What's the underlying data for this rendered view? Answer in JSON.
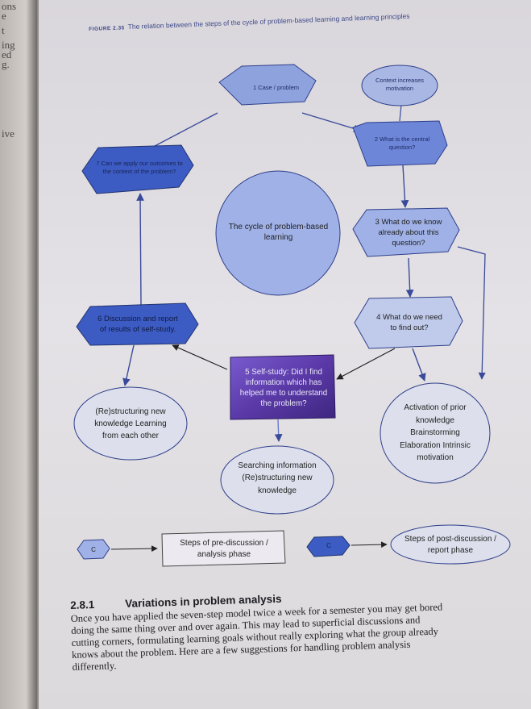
{
  "left_page_fragments": [
    "ons",
    "e",
    "t",
    "ing",
    "ed",
    "g.",
    "ive"
  ],
  "caption": {
    "figure_label": "FIGURE 2.35",
    "text": "The relation between the steps of the cycle of problem-based learning and learning principles"
  },
  "diagram": {
    "center": "The cycle of problem-based learning",
    "steps": {
      "s1": "1 Case / problem",
      "s2": "2 What is the central question?",
      "s3": "3 What do we know already about this question?",
      "s4": "4 What do we need to find out?",
      "s5": "5 Self-study: Did I find information which has helped me to understand the problem?",
      "s6": "6 Discussion and report of results of self-study.",
      "s7": "7 Can we apply our outcomes to the context of the problem?"
    },
    "principles": {
      "context": "Context increases motivation",
      "activation": "Activation of prior knowledge Brainstorming Elaboration Intrinsic motivation",
      "searching": "Searching information (Re)structuring new knowledge",
      "restructuring": "(Re)structuring new knowledge Learning from each other"
    },
    "legend": {
      "pre_icon": "C",
      "pre_label": "Steps of pre-discussion / analysis phase",
      "post_icon": "C",
      "post_label": "Steps of post-discussion / report phase"
    },
    "colors": {
      "light_blue": "#9fb1e6",
      "mid_blue": "#8ea2de",
      "dark_blue": "#3c5cc4",
      "purple": "#5b3aa8",
      "line": "#4a5fc0"
    }
  },
  "section": {
    "number": "2.8.1",
    "title": "Variations in problem analysis",
    "body": "Once you have applied the seven-step model twice a week for a semester you may get bored doing the same thing over and over again. This may lead to superficial discussions and cutting corners, formulating learning goals without really exploring what the group already knows about the problem. Here are a few suggestions for handling problem analysis differently."
  }
}
